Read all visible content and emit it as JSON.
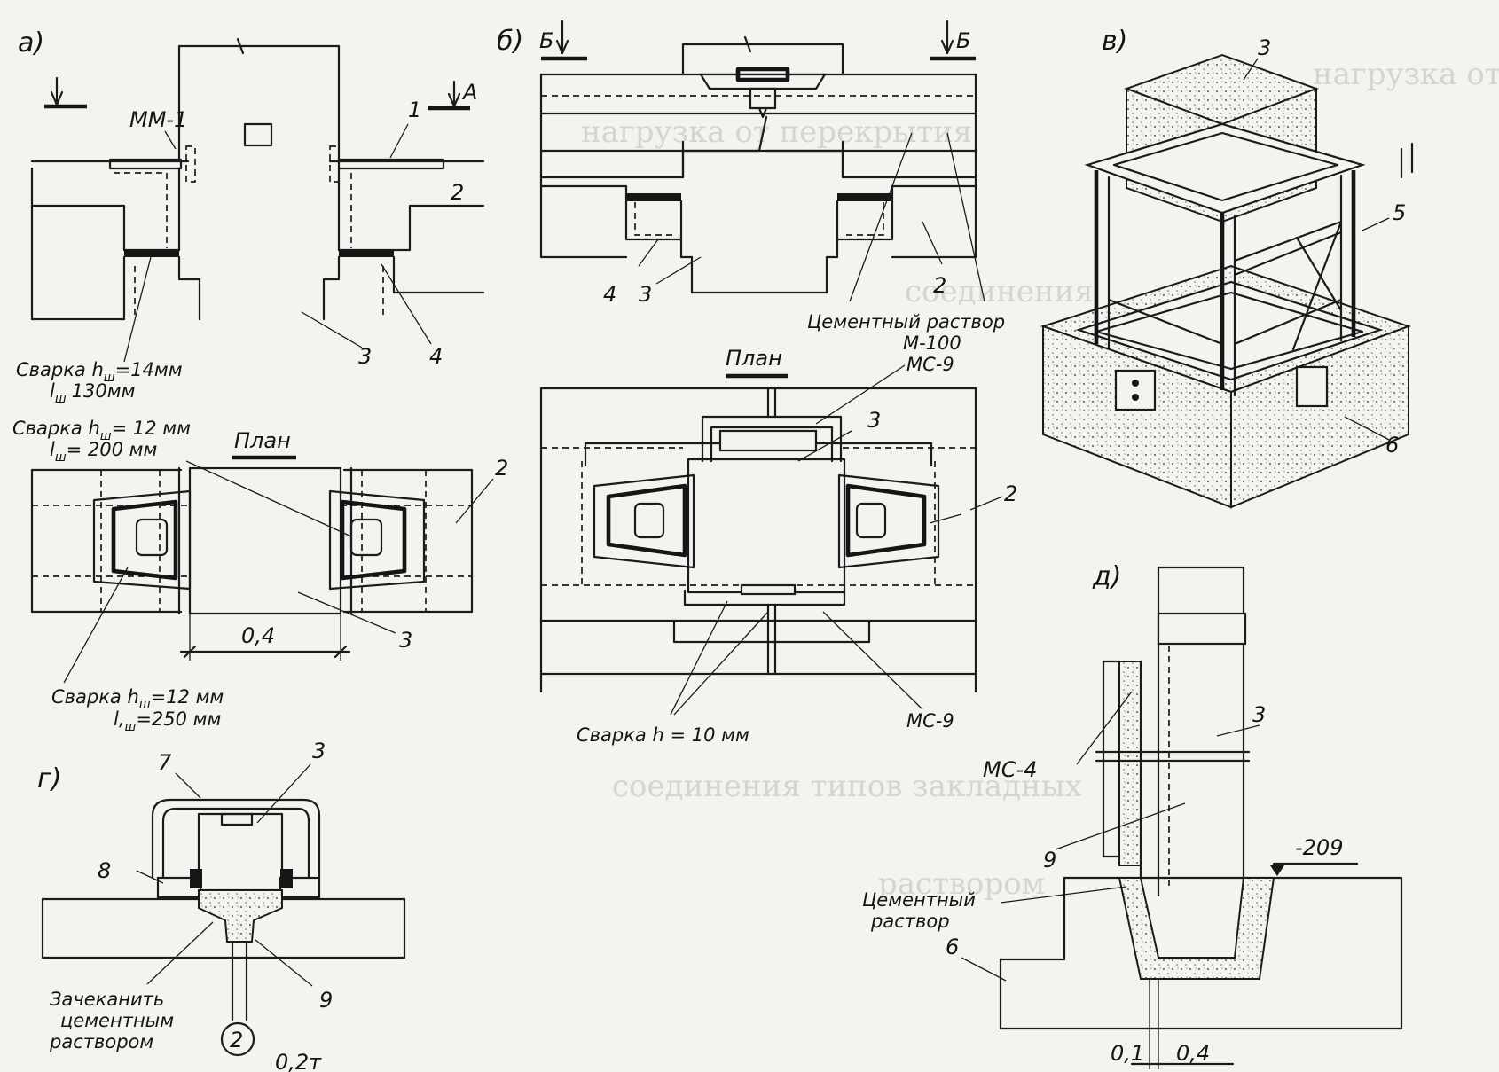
{
  "ghost_text": [
    "нагрузка от перекрытия",
    "нагрузка от перекрытия",
    "соединения",
    "соединения типов закладных",
    "раствором"
  ],
  "section_a": {
    "letter": "а)",
    "cut_mark": "А",
    "labels": {
      "mm1": "ММ-1",
      "n1": "1",
      "n2": "2",
      "n3": "3",
      "n4": "4"
    },
    "weld_1": "Сварка h",
    "weld_1_h": "ш",
    "weld_1_hval": "=14мм",
    "weld_1_l": "l",
    "weld_1_lsub": "ш",
    "weld_1_lval": "130мм",
    "plan_title": "План",
    "weld_2": "Сварка h",
    "weld_2_h": "ш",
    "weld_2_hval": "= 12 мм",
    "weld_2_l": "l",
    "weld_2_lsub": "ш",
    "weld_2_lval": "= 200 мм",
    "plan_n2": "2",
    "plan_n3": "3",
    "dim": "0,4",
    "weld_3": "Сварка  h",
    "weld_3_h": "ш",
    "weld_3_hval": "=12 мм",
    "weld_3_l": "l,",
    "weld_3_lsub": "ш",
    "weld_3_lval": "=250 мм"
  },
  "section_b": {
    "letter": "б)",
    "cut_mark_left": "Б",
    "cut_mark_right": "Б",
    "n4": "4",
    "n3": "3",
    "n2": "2",
    "mortar": "Цементный раствор",
    "mortar_grade": "М-100",
    "plan_title": "План",
    "mc9_top": "МС-9",
    "plan_n3": "3",
    "plan_n2": "2",
    "weld": "Сварка  h = 10 мм",
    "mc9_bottom": "МС-9"
  },
  "section_v": {
    "letter": "в)",
    "n3": "3",
    "n5": "5",
    "n6": "6"
  },
  "section_g": {
    "letter": "г)",
    "n7": "7",
    "n3": "3",
    "n8": "8",
    "n9": "9",
    "n2": "2",
    "caulk_1": "Зачеканить",
    "caulk_2": "цементным",
    "caulk_3": "раствором",
    "trailing": "0,2т"
  },
  "section_d": {
    "letter": "д)",
    "n3": "3",
    "mc4": "МС-4",
    "n9": "9",
    "level": "-209",
    "mortar_1": "Цементный",
    "mortar_2": "раствор",
    "n6": "6",
    "dim_1": "0,1",
    "dim_2": "0,4"
  }
}
